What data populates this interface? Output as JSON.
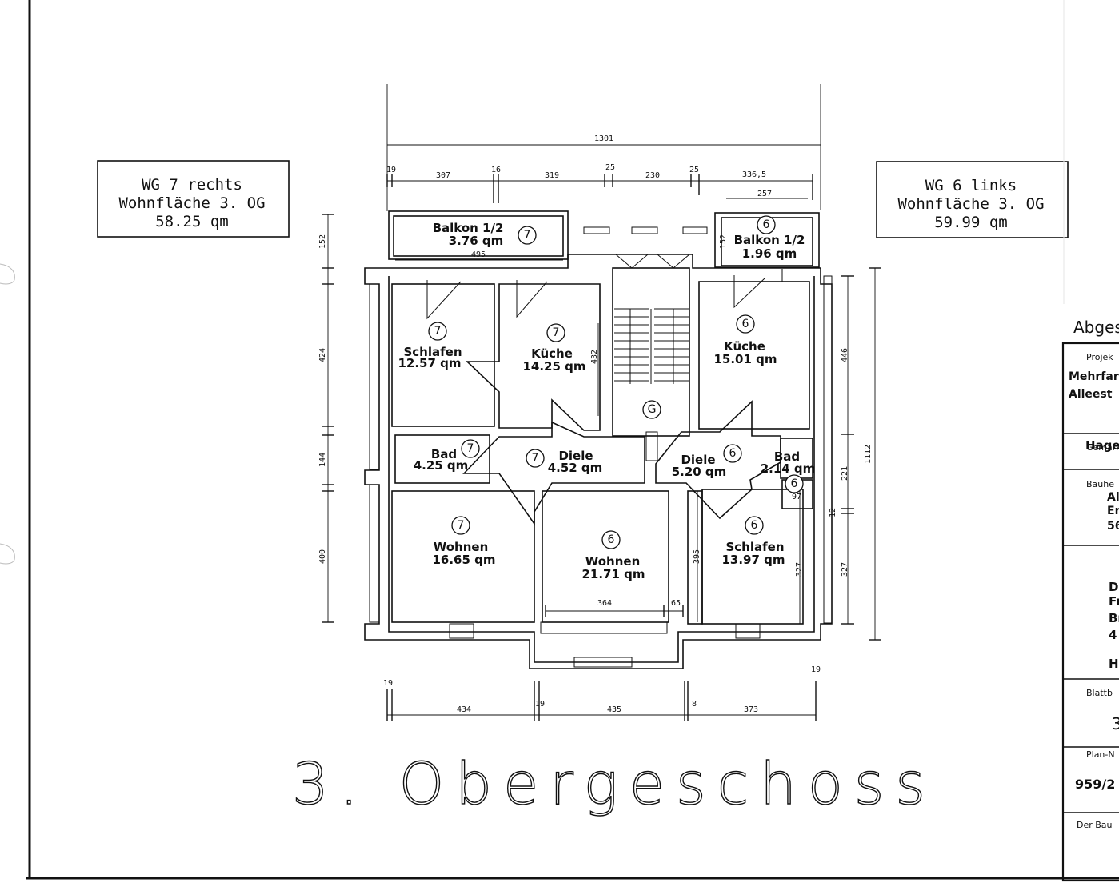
{
  "apartment_boxes": [
    {
      "line1": "WG 7 rechts",
      "line2": "Wohnfläche 3. OG",
      "line3": "58.25 qm"
    },
    {
      "line1": "WG 6 links",
      "line2": "Wohnfläche 3. OG",
      "line3": "59.99 qm"
    }
  ],
  "floor_title": "3. Obergeschoss",
  "rooms": [
    {
      "name": "Balkon 1/2",
      "area": "3.76 qm",
      "unit": "7"
    },
    {
      "name": "Balkon 1/2",
      "area": "1.96 qm",
      "unit": "6"
    },
    {
      "name": "Schlafen",
      "area": "12.57 qm",
      "unit": "7"
    },
    {
      "name": "Küche",
      "area": "14.25 qm",
      "unit": "7"
    },
    {
      "name": "Küche",
      "area": "15.01 qm",
      "unit": "6"
    },
    {
      "name": "Bad",
      "area": "4.25 qm",
      "unit": "7"
    },
    {
      "name": "Diele",
      "area": "4.52 qm",
      "unit": "7"
    },
    {
      "name": "Diele",
      "area": "5.20 qm",
      "unit": "6"
    },
    {
      "name": "Bad",
      "area": "2.14 qm",
      "unit": "6"
    },
    {
      "name": "Wohnen",
      "area": "16.65 qm",
      "unit": "7"
    },
    {
      "name": "Wohnen",
      "area": "21.71 qm",
      "unit": "6"
    },
    {
      "name": "Schlafen",
      "area": "13.97 qm",
      "unit": "6"
    }
  ],
  "stair_label": "G",
  "bad6_extra": {
    "unit": "6",
    "dim": "97"
  },
  "dimensions": {
    "top_total": "1301",
    "top_segments": [
      "19",
      "307",
      "16",
      "319",
      "25",
      "230",
      "25",
      "336,5"
    ],
    "top_257": "257",
    "balcony_495": "495",
    "left": [
      "152",
      "424",
      "144",
      "400"
    ],
    "right": [
      "446",
      "221",
      "12",
      "327",
      "1112"
    ],
    "inner": [
      "432",
      "395",
      "327"
    ],
    "bay": [
      "364",
      "65"
    ],
    "bottom": [
      "19",
      "434",
      "19",
      "435",
      "8",
      "373",
      "19"
    ]
  },
  "title_block": {
    "heading": "Abges",
    "rows": [
      {
        "label": "Projek",
        "lines": [
          "Mehrfar",
          "Alleest"
        ]
      },
      {
        "label": "Gemark",
        "lines": [
          "Hager"
        ]
      },
      {
        "label": "Bauhe",
        "lines": [
          "Al",
          "Er",
          "56"
        ]
      },
      {
        "label": "",
        "lines": [
          "Di",
          "Fr",
          "Br",
          "4",
          "",
          "H"
        ]
      },
      {
        "label": "Blattb",
        "lines": [
          "3"
        ]
      },
      {
        "label": "Plan-N",
        "lines": [
          "959/2"
        ]
      },
      {
        "label": "Der Bau",
        "lines": []
      }
    ]
  }
}
